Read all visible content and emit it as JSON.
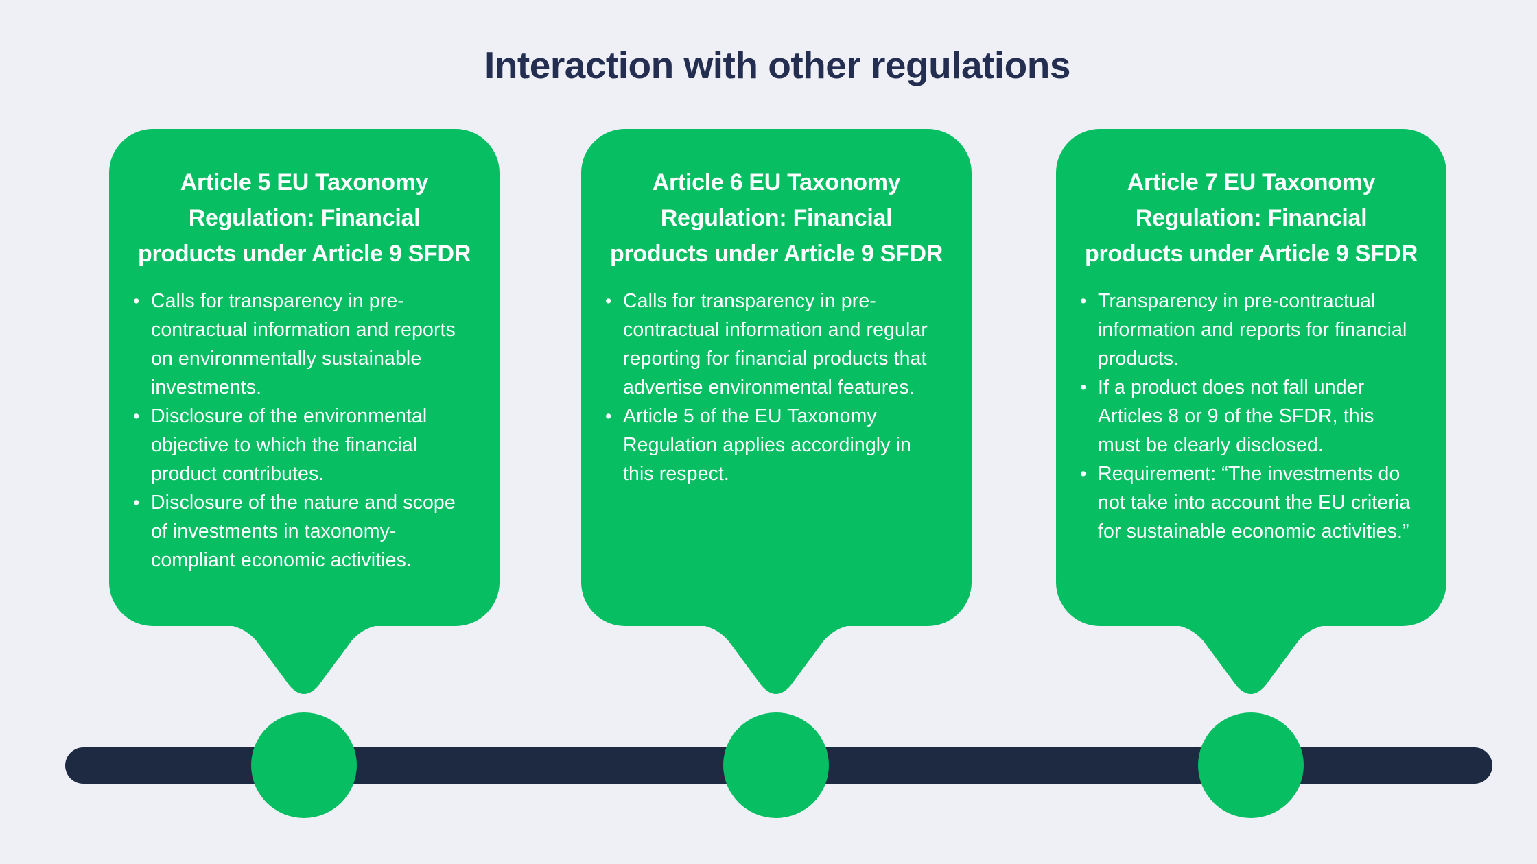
{
  "page": {
    "title": "Interaction with other regulations"
  },
  "bullet_glyph": "•",
  "colors": {
    "background": "#EFF0F5",
    "card_green": "#07BE63",
    "title_navy": "#232E50",
    "timeline_navy": "#1E2942",
    "card_text": "#FDFEFE"
  },
  "cards": [
    {
      "title_lines": [
        "Article 5 EU Taxonomy",
        "Regulation: Financial",
        "products under Article 9 SFDR"
      ],
      "bullets": [
        "Calls for transparency in pre-contractual information and reports on environmentally sustainable investments.",
        "Disclosure of the environmental objective to which the financial product contributes.",
        "Disclosure of the nature and scope of investments in taxonomy-compliant economic activities."
      ]
    },
    {
      "title_lines": [
        "Article 6 EU Taxonomy",
        "Regulation: Financial",
        "products under Article 9 SFDR"
      ],
      "bullets": [
        "Calls for transparency in pre-contractual information and regular reporting for financial products that advertise environmental features.",
        "Article 5 of the EU Taxonomy Regulation applies accordingly in this respect."
      ]
    },
    {
      "title_lines": [
        "Article 7 EU Taxonomy",
        "Regulation: Financial",
        "products under Article 9 SFDR"
      ],
      "bullets": [
        "Transparency in pre-contractual information and reports for financial products.",
        "If a product does not fall under Articles 8 or 9 of the SFDR, this must be clearly disclosed.",
        "Requirement: “The investments do not take into account the EU criteria for sustainable economic activities.”"
      ]
    }
  ]
}
